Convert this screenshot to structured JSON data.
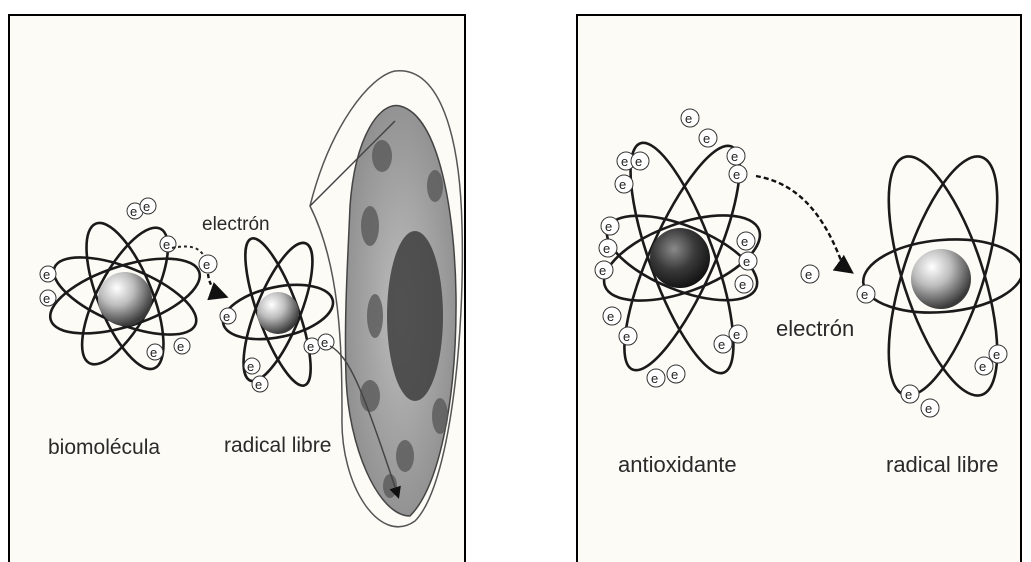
{
  "panel_left": {
    "molecule_label": "biomolécula",
    "electron_label": "electrón",
    "radical_label": "radical libre"
  },
  "panel_right": {
    "antioxidant_label": "antioxidante",
    "electron_label": "electrón",
    "radical_label": "radical libre"
  },
  "electron_symbol": "e"
}
